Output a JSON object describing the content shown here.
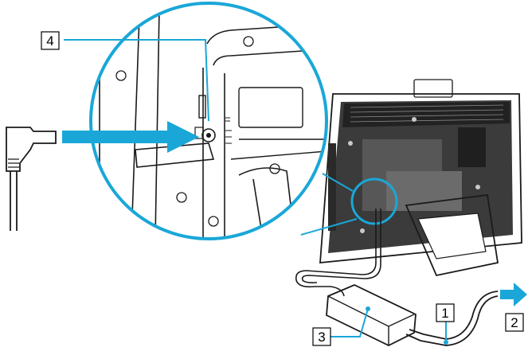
{
  "callouts": {
    "label_1": "1",
    "label_2": "2",
    "label_3": "3",
    "label_4": "4"
  },
  "colors": {
    "callout_line": "#1aa7d8",
    "arrow_fill": "#1aa7d8",
    "outline": "#1a1a1a",
    "background": "#ffffff"
  },
  "icons": {
    "dc_plug": "dc-plug-icon",
    "insert_arrow": "insert-arrow-icon",
    "outlet_arrow": "outlet-arrow-icon",
    "ac_adapter": "ac-adapter-icon",
    "computer_rear": "computer-rear-icon",
    "magnifier_circle": "magnifier-circle-icon"
  }
}
